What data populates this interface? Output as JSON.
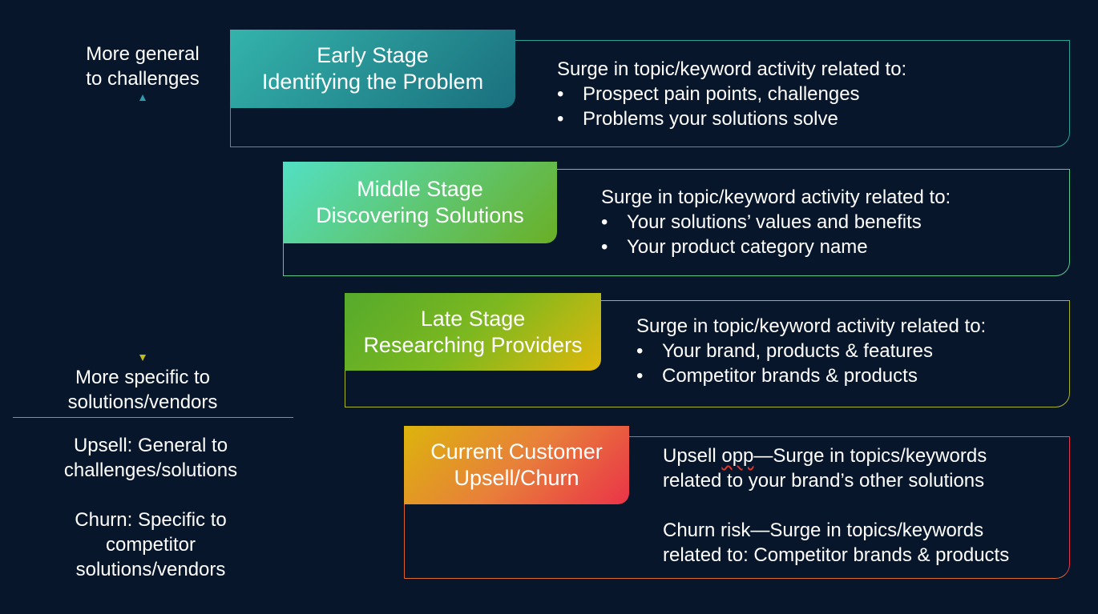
{
  "side": {
    "top_label": [
      "More general",
      "to challenges"
    ],
    "bottom_label": [
      "More specific to",
      "solutions/vendors"
    ],
    "upsell_note": [
      "Upsell: General to",
      "challenges/solutions"
    ],
    "churn_note": [
      "Churn: Specific to",
      "competitor",
      "solutions/vendors"
    ]
  },
  "stages": [
    {
      "title": "Early Stage",
      "subtitle": "Identifying the Problem",
      "heading": "Surge in topic/keyword activity related to:",
      "bullets": [
        "Prospect pain points, challenges",
        "Problems your solutions solve"
      ],
      "border_color": "#2aa39a",
      "gradient": [
        "#2ea7a1",
        "#1a6f7e"
      ]
    },
    {
      "title": "Middle Stage",
      "subtitle": "Discovering Solutions",
      "heading": "Surge in topic/keyword activity related to:",
      "bullets": [
        "Your solutions’ values and benefits",
        "Your product category name"
      ],
      "border_color": "#57c98a",
      "gradient": [
        "#4dd9b8",
        "#6aaf25"
      ]
    },
    {
      "title": "Late Stage",
      "subtitle": "Researching Providers",
      "heading": "Surge in topic/keyword activity related to:",
      "bullets": [
        "Your brand, products & features",
        "Competitor brands & products"
      ],
      "border_color": "#a9b52a",
      "gradient": [
        "#5aac2a",
        "#d8b807"
      ]
    },
    {
      "title": "Current Customer",
      "subtitle": "Upsell/Churn",
      "upsell_prefix": "Upsell ",
      "upsell_flag": "opp",
      "upsell_rest": "—Surge in topics/keywords",
      "upsell_line2": "related to your brand’s other solutions",
      "churn_line1": "Churn risk—Surge in topics/keywords",
      "churn_line2": "related to: Competitor brands & products",
      "border_color": "#d8632a",
      "gradient": [
        "#d9a50f",
        "#e8354c"
      ]
    }
  ],
  "colors": {
    "background": "#07162a",
    "divider": "#3ab0b4",
    "arrow_top": "#2f9cae",
    "arrow_bottom": "#c2b91a"
  }
}
